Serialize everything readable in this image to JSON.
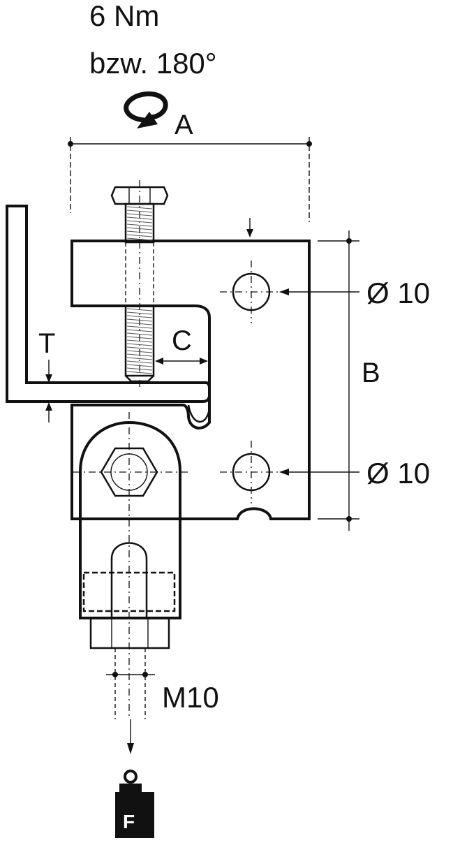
{
  "torque": {
    "line1": "6 Nm",
    "line2": "bzw. 180°"
  },
  "dimensions": {
    "a": "A",
    "b": "B",
    "c": "C",
    "t": "T",
    "hole_top": "Ø 10",
    "hole_bottom": "Ø 10",
    "thread": "M10"
  },
  "load": {
    "symbol": "F"
  },
  "colors": {
    "ink": "#111111",
    "paper": "#ffffff"
  }
}
